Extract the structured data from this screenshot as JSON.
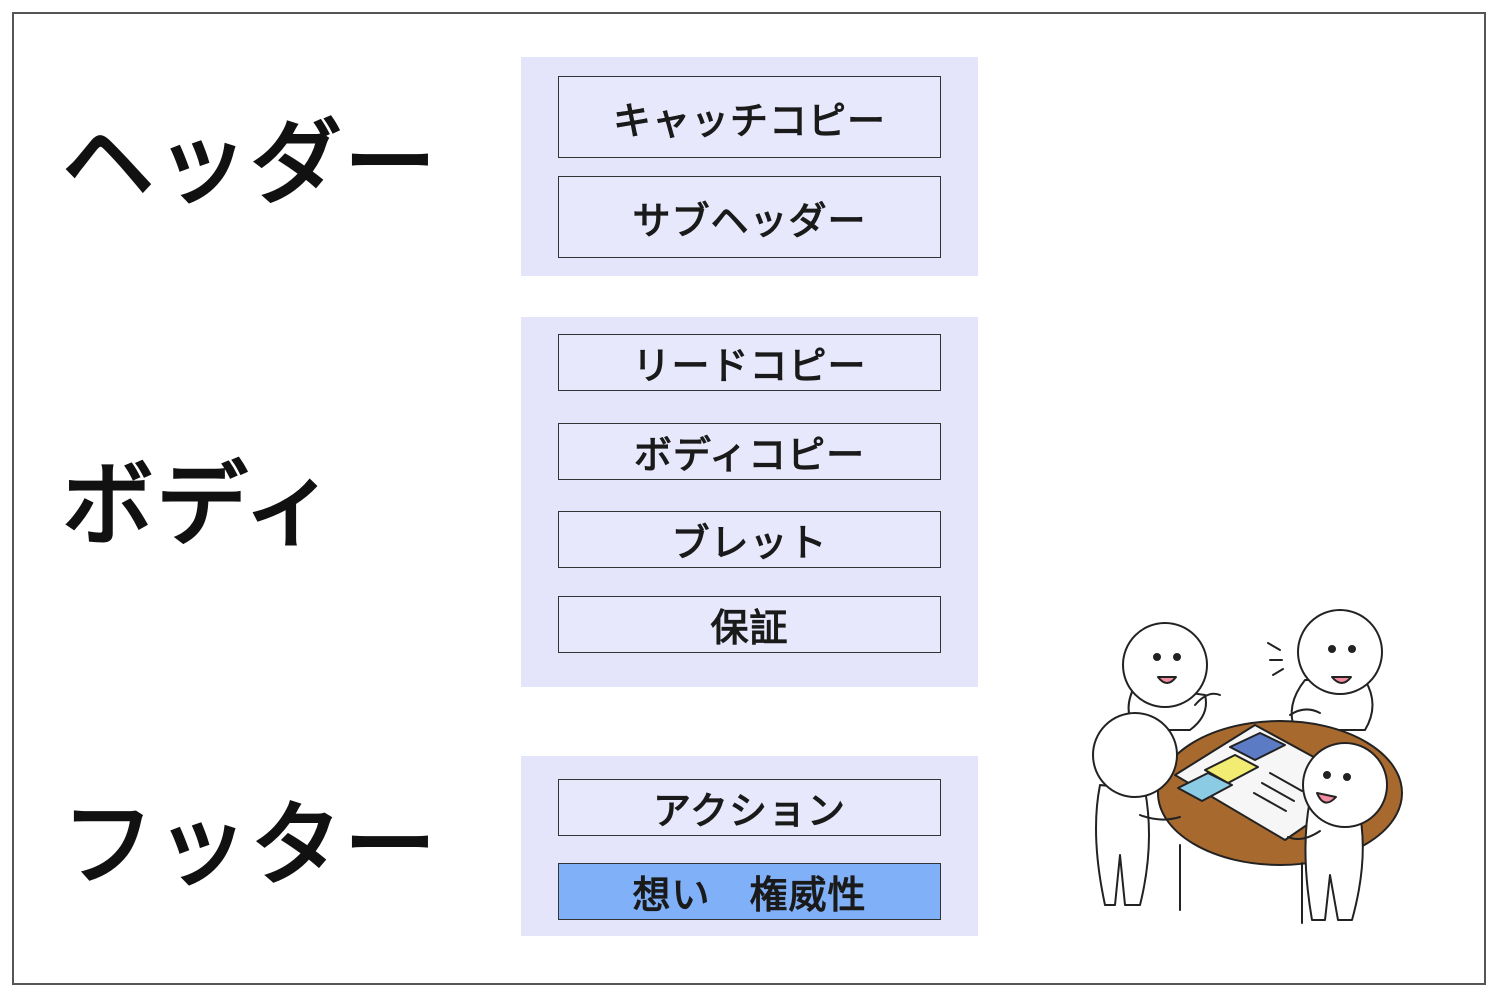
{
  "sections": {
    "header": {
      "label": "ヘッダー",
      "items": [
        "キャッチコピー",
        "サブヘッダー"
      ]
    },
    "body": {
      "label": "ボディ",
      "items": [
        "リードコピー",
        "ボディコピー",
        "ブレット",
        "保証"
      ]
    },
    "footer": {
      "label": "フッター",
      "items": [
        "アクション",
        "想い　権威性"
      ]
    }
  },
  "colors": {
    "panel_bg": "#e4e4fb",
    "highlight": "#80b0f8",
    "table": "#a8692e",
    "card_blue": "#5b7cc4",
    "card_yellow": "#f2ec72",
    "card_cyan": "#8ccbe4"
  },
  "illustration": "people-meeting-around-table"
}
